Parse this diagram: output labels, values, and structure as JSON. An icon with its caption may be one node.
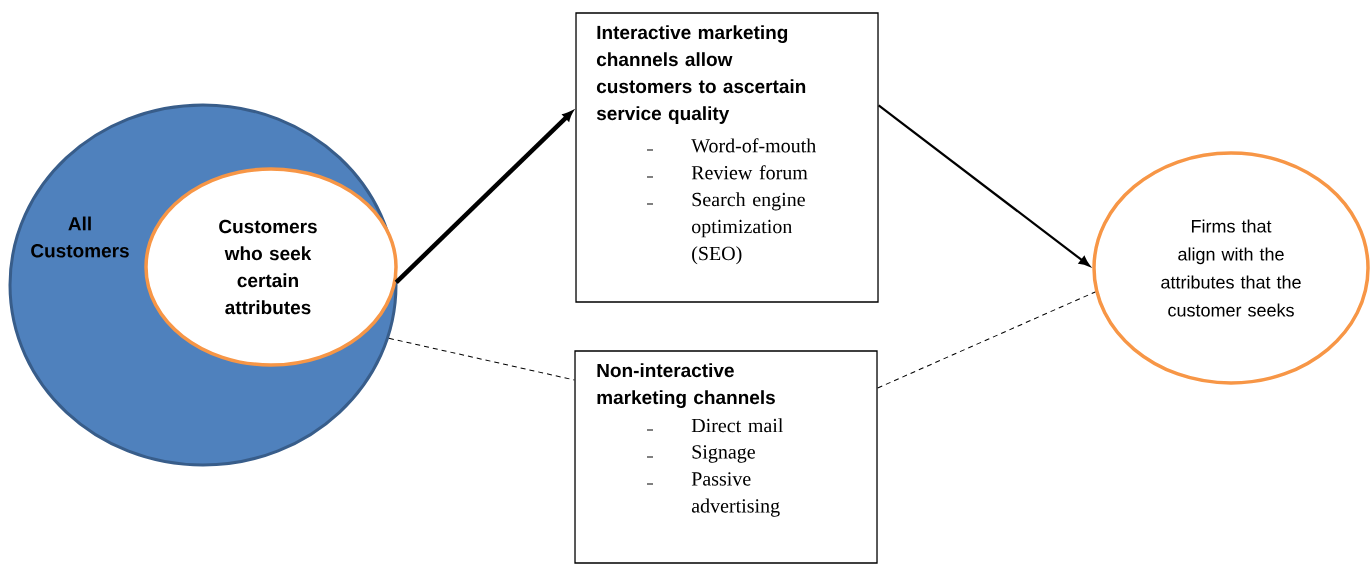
{
  "diagram": {
    "nodes": [
      {
        "text": [
          "All Customers"
        ]
      },
      {
        "text": [
          "Customers who seek certain attributes"
        ],
        "in": 0
      },
      {
        "text": [
          "Interactive marketing channels allow customers to ascertain service quality",
          "Word-of-mouth",
          "Review forum",
          "Search engine optimization (SEO)"
        ]
      },
      {
        "text": [
          "Non-interactive marketing channels",
          "Direct mail",
          "Signage",
          "Passive advertising"
        ]
      },
      {
        "text": [
          "Firms that align with the attributes that the customer seeks"
        ]
      }
    ],
    "edges": [
      {
        "from": 1,
        "to": 2,
        "arrow": "to",
        "style": "thick"
      },
      {
        "from": 2,
        "to": 4,
        "arrow": "to"
      },
      {
        "from": 0,
        "to": 3,
        "arrow": "none",
        "style": "dashed"
      },
      {
        "from": 3,
        "to": 4,
        "arrow": "none",
        "style": "dashed"
      }
    ]
  }
}
